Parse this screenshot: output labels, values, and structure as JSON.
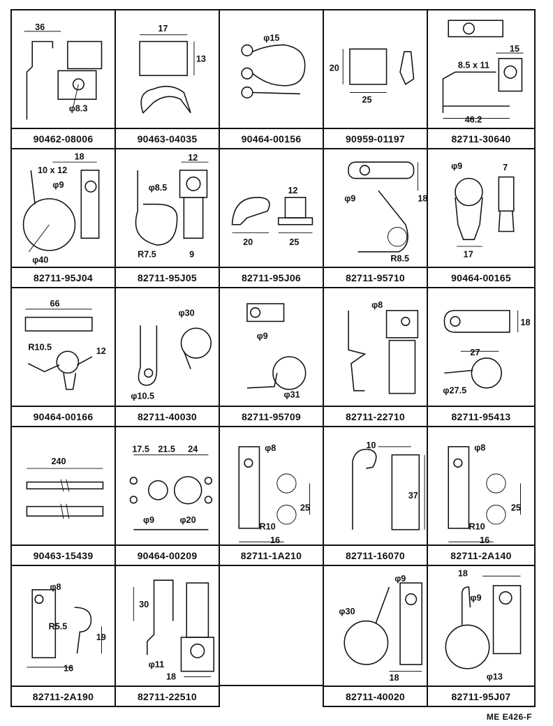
{
  "footer": "ME  E426-F",
  "cells": [
    {
      "part_no": "90462-08006",
      "dims": [
        "36",
        "φ8.3"
      ]
    },
    {
      "part_no": "90463-04035",
      "dims": [
        "17",
        "13"
      ]
    },
    {
      "part_no": "90464-00156",
      "dims": [
        "φ15"
      ]
    },
    {
      "part_no": "90959-01197",
      "dims": [
        "20",
        "25"
      ]
    },
    {
      "part_no": "82711-30640",
      "dims": [
        "15",
        "8.5 x 11",
        "46.2"
      ]
    },
    {
      "part_no": "82711-95J04",
      "dims": [
        "18",
        "10 x 12",
        "φ9",
        "φ40"
      ]
    },
    {
      "part_no": "82711-95J05",
      "dims": [
        "12",
        "φ8.5",
        "R7.5",
        "9"
      ]
    },
    {
      "part_no": "82711-95J06",
      "dims": [
        "12",
        "20",
        "25"
      ]
    },
    {
      "part_no": "82711-95710",
      "dims": [
        "18",
        "φ9",
        "R8.5"
      ]
    },
    {
      "part_no": "90464-00165",
      "dims": [
        "φ9",
        "7",
        "17"
      ]
    },
    {
      "part_no": "90464-00166",
      "dims": [
        "66",
        "R10.5",
        "12"
      ]
    },
    {
      "part_no": "82711-40030",
      "dims": [
        "φ30",
        "φ10.5"
      ]
    },
    {
      "part_no": "82711-95709",
      "dims": [
        "φ9",
        "φ31"
      ]
    },
    {
      "part_no": "82711-22710",
      "dims": [
        "φ8"
      ]
    },
    {
      "part_no": "82711-95413",
      "dims": [
        "18",
        "27",
        "φ27.5"
      ]
    },
    {
      "part_no": "90463-15439",
      "dims": [
        "240"
      ]
    },
    {
      "part_no": "90464-00209",
      "dims": [
        "17.5",
        "21.5",
        "24",
        "φ9",
        "φ20"
      ]
    },
    {
      "part_no": "82711-1A210",
      "dims": [
        "φ8",
        "25",
        "R10",
        "16"
      ]
    },
    {
      "part_no": "82711-16070",
      "dims": [
        "10",
        "37"
      ]
    },
    {
      "part_no": "82711-2A140",
      "dims": [
        "φ8",
        "25",
        "R10",
        "16"
      ]
    },
    {
      "part_no": "82711-2A190",
      "dims": [
        "φ8",
        "R5.5",
        "19",
        "16"
      ]
    },
    {
      "part_no": "82711-22510",
      "dims": [
        "30",
        "φ11",
        "18"
      ]
    },
    {
      "part_no": "",
      "dims": []
    },
    {
      "part_no": "82711-40020",
      "dims": [
        "φ9",
        "φ30",
        "18"
      ]
    },
    {
      "part_no": "82711-95J07",
      "dims": [
        "18",
        "φ9",
        "φ13"
      ]
    }
  ]
}
